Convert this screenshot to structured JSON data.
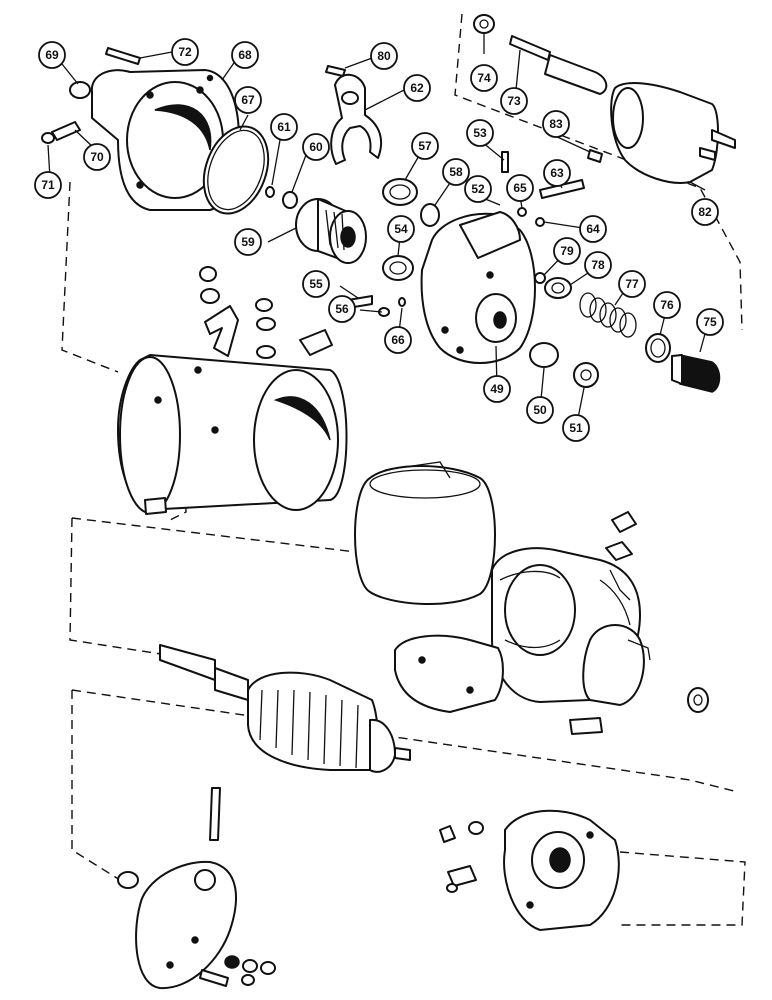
{
  "callouts": [
    {
      "id": "69",
      "label": "69"
    },
    {
      "id": "72",
      "label": "72"
    },
    {
      "id": "68",
      "label": "68"
    },
    {
      "id": "80",
      "label": "80"
    },
    {
      "id": "74",
      "label": "74"
    },
    {
      "id": "73",
      "label": "73"
    },
    {
      "id": "67",
      "label": "67"
    },
    {
      "id": "62",
      "label": "62"
    },
    {
      "id": "83",
      "label": "83"
    },
    {
      "id": "61",
      "label": "61"
    },
    {
      "id": "60",
      "label": "60"
    },
    {
      "id": "57",
      "label": "57"
    },
    {
      "id": "53",
      "label": "53"
    },
    {
      "id": "70",
      "label": "70"
    },
    {
      "id": "71",
      "label": "71"
    },
    {
      "id": "58",
      "label": "58"
    },
    {
      "id": "52",
      "label": "52"
    },
    {
      "id": "65",
      "label": "65"
    },
    {
      "id": "63",
      "label": "63"
    },
    {
      "id": "82",
      "label": "82"
    },
    {
      "id": "64",
      "label": "64"
    },
    {
      "id": "54",
      "label": "54"
    },
    {
      "id": "59",
      "label": "59"
    },
    {
      "id": "79",
      "label": "79"
    },
    {
      "id": "78",
      "label": "78"
    },
    {
      "id": "77",
      "label": "77"
    },
    {
      "id": "55",
      "label": "55"
    },
    {
      "id": "56",
      "label": "56"
    },
    {
      "id": "76",
      "label": "76"
    },
    {
      "id": "75",
      "label": "75"
    },
    {
      "id": "66",
      "label": "66"
    },
    {
      "id": "49",
      "label": "49"
    },
    {
      "id": "50",
      "label": "50"
    },
    {
      "id": "51",
      "label": "51"
    }
  ]
}
